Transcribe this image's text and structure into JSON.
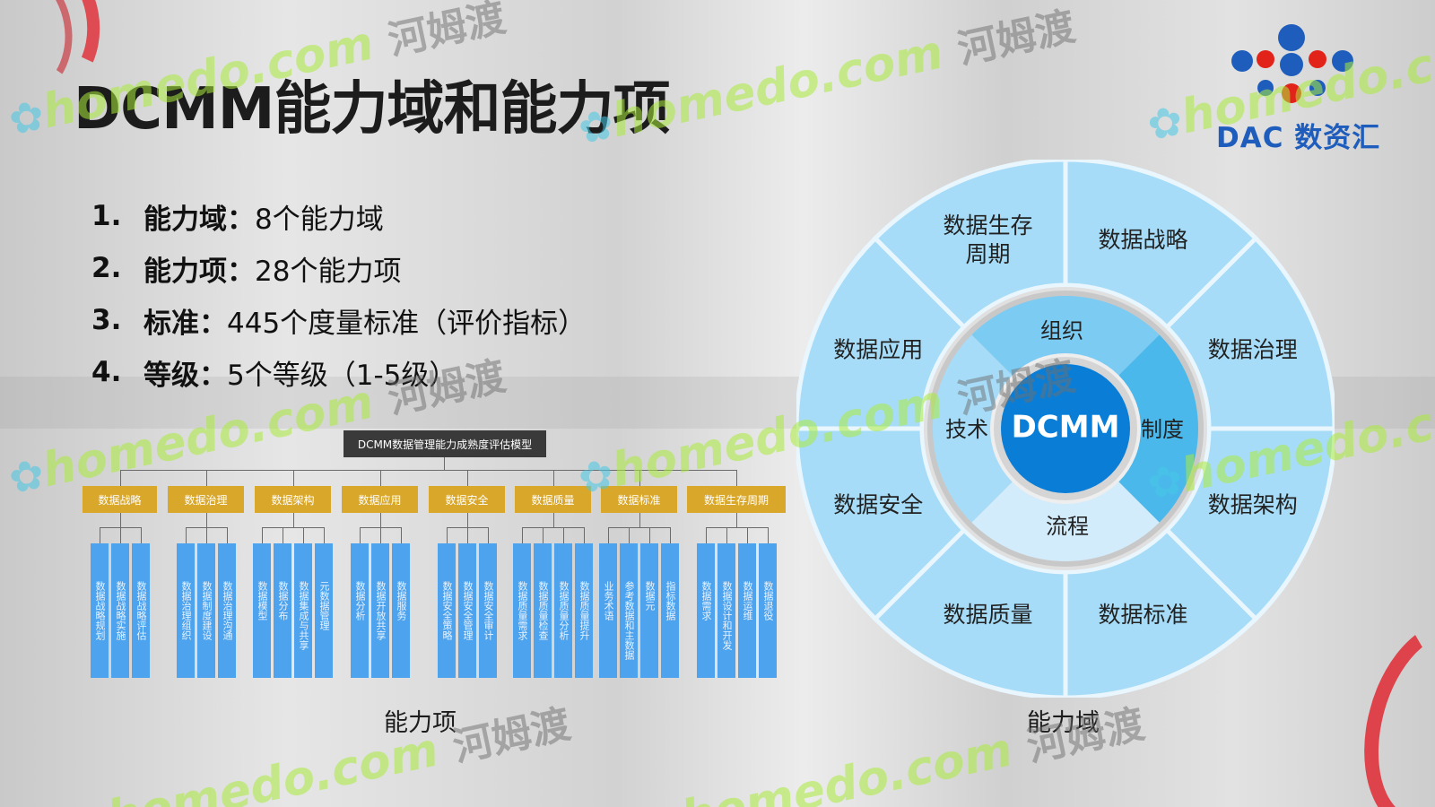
{
  "slide": {
    "title": "DCMM能力域和能力项",
    "points": [
      {
        "num": "1.",
        "label": "能力域",
        "sep": "：",
        "value": "8个能力域"
      },
      {
        "num": "2.",
        "label": "能力项",
        "sep": "：",
        "value": "28个能力项"
      },
      {
        "num": "3.",
        "label": "标准",
        "sep": "：",
        "value": "445个度量标准（评价指标）"
      },
      {
        "num": "4.",
        "label": "等级",
        "sep": "：",
        "value": "5个等级（1-5级）"
      }
    ],
    "logo_text": "DAC 数资汇"
  },
  "tree": {
    "title": "DCMM数据管理能力成熟度评估模型",
    "caption": "能力项",
    "domains": [
      {
        "name": "数据战略",
        "items": [
          "数据战略规划",
          "数据战略实施",
          "数据战略评估"
        ]
      },
      {
        "name": "数据治理",
        "items": [
          "数据治理组织",
          "数据制度建设",
          "数据治理沟通"
        ]
      },
      {
        "name": "数据架构",
        "items": [
          "数据模型",
          "数据分布",
          "数据集成与共享",
          "元数据管理"
        ]
      },
      {
        "name": "数据应用",
        "items": [
          "数据分析",
          "数据开放共享",
          "数据服务"
        ]
      },
      {
        "name": "数据安全",
        "items": [
          "数据安全策略",
          "数据安全管理",
          "数据安全审计"
        ]
      },
      {
        "name": "数据质量",
        "items": [
          "数据质量需求",
          "数据质量检查",
          "数据质量分析",
          "数据质量提升"
        ]
      },
      {
        "name": "数据标准",
        "items": [
          "业务术语",
          "参考数据和主数据",
          "数据元",
          "指标数据"
        ]
      },
      {
        "name": "数据生存周期",
        "items": [
          "数据需求",
          "数据设计和开发",
          "数据运维",
          "数据退役"
        ]
      }
    ]
  },
  "wheel": {
    "caption": "能力域",
    "core": "DCMM",
    "inner": {
      "top": "组织",
      "left": "技术",
      "right": "制度",
      "bottom": "流程"
    },
    "segments": [
      {
        "line1": "数据生存",
        "line2": "周期"
      },
      {
        "line1": "数据战略",
        "line2": ""
      },
      {
        "line1": "数据治理",
        "line2": ""
      },
      {
        "line1": "数据架构",
        "line2": ""
      },
      {
        "line1": "数据标准",
        "line2": ""
      },
      {
        "line1": "数据质量",
        "line2": ""
      },
      {
        "line1": "数据安全",
        "line2": ""
      },
      {
        "line1": "数据应用",
        "line2": ""
      }
    ]
  },
  "watermark": {
    "latin": "homedo.com",
    "cn": "河姆渡"
  },
  "colors": {
    "outer_ring": "#a6dcf8",
    "inner_ring": "#7ccbf3",
    "inner_light": "#d3ecfb",
    "inner_accent": "#4bb8ec",
    "core": "#0a7ed6",
    "domain_box": "#d9a72a",
    "item_box": "#4da3ee",
    "title_box": "#3a3a3a",
    "logo_blue": "#1f5dbd",
    "logo_red": "#e2231a"
  }
}
